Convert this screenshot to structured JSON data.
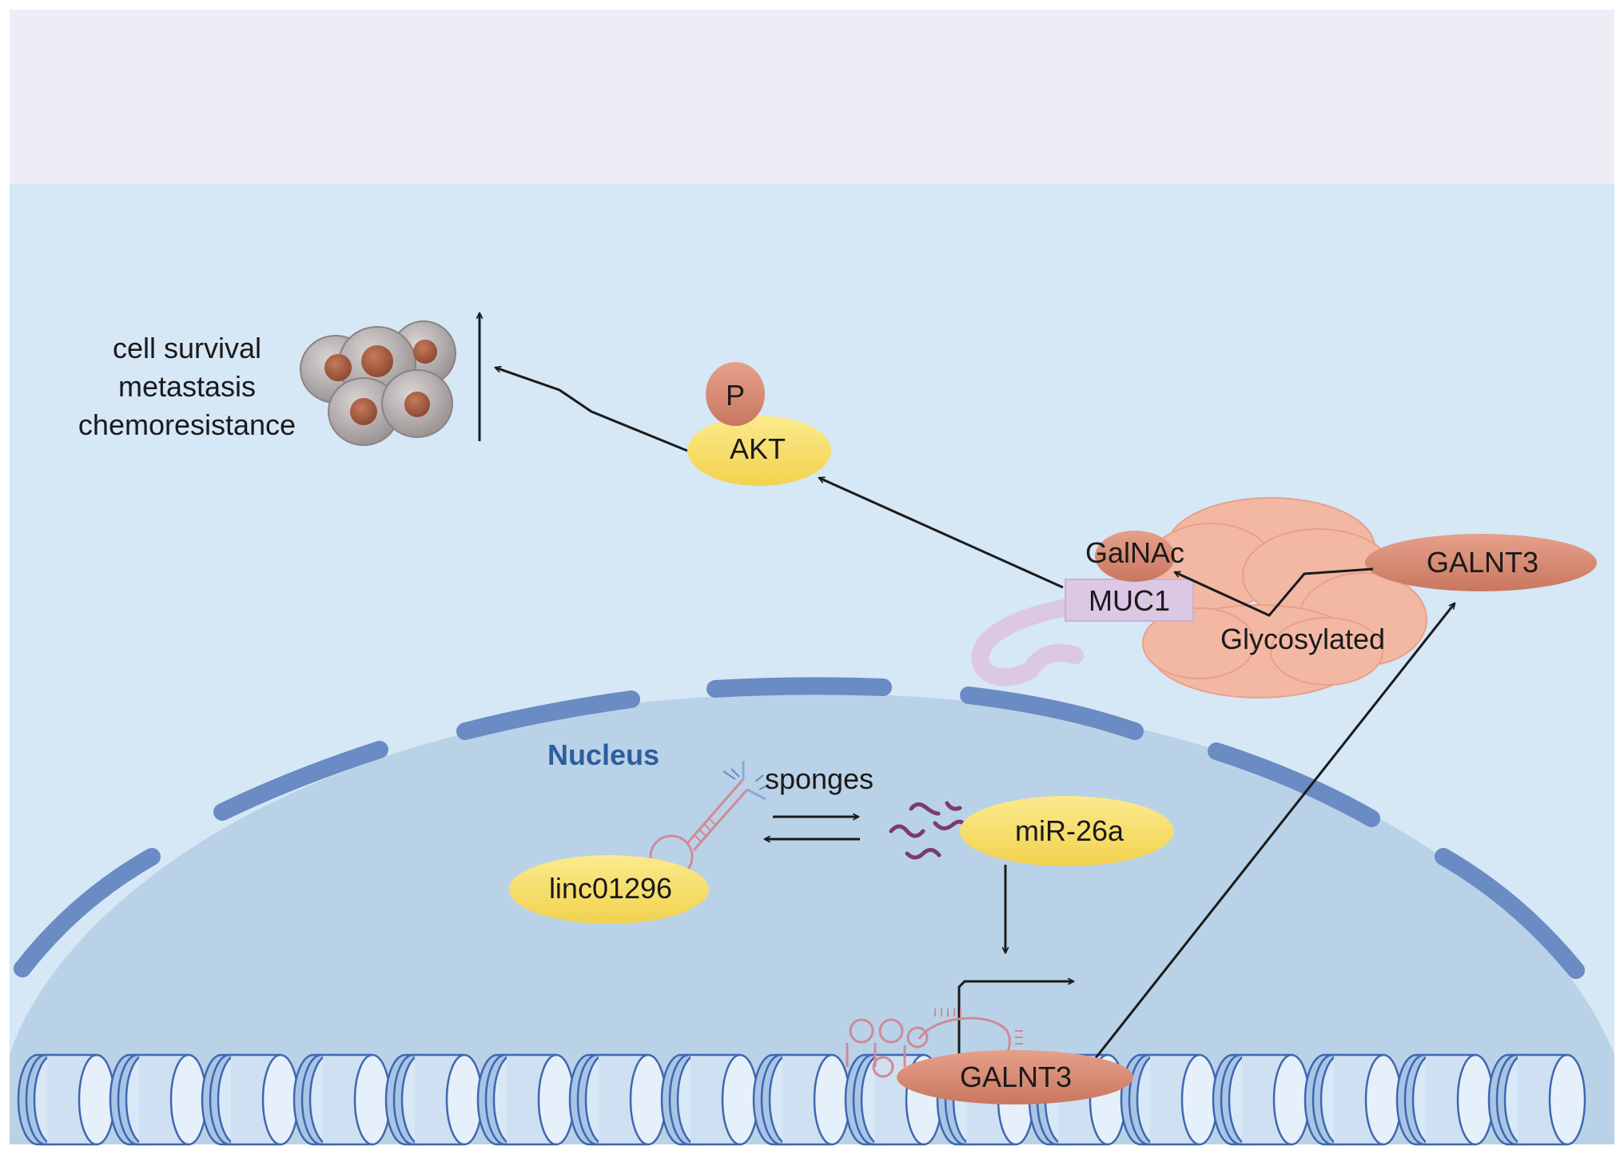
{
  "phenotypes": [
    "cell survival",
    "metastasis",
    "chemoresistance"
  ],
  "labels": {
    "phospho": "P",
    "akt": "AKT",
    "galnac": "GalNAc",
    "muc1": "MUC1",
    "galnt3_protein": "GALNT3",
    "glycosylated": "Glycosylated",
    "nucleus": "Nucleus",
    "sponges": "sponges",
    "mir26a": "miR-26a",
    "linc01296": "linc01296",
    "galnt3_gene": "GALNT3"
  },
  "colors": {
    "background_top": "#eeedf6",
    "cytoplasm": "#d6e7f6",
    "nucleus_fill": "#b9d2e7",
    "nuclear_envelope": "#6a8bc3",
    "nucleus_label": "#2e5d9e",
    "yellow_oval": "#f9e37a",
    "salmon_oval": "#d98f7a",
    "muc1_box": "#dcc7e4",
    "glyco_cloud": "#f3b8a4",
    "arrow": "#1a1a1a"
  }
}
